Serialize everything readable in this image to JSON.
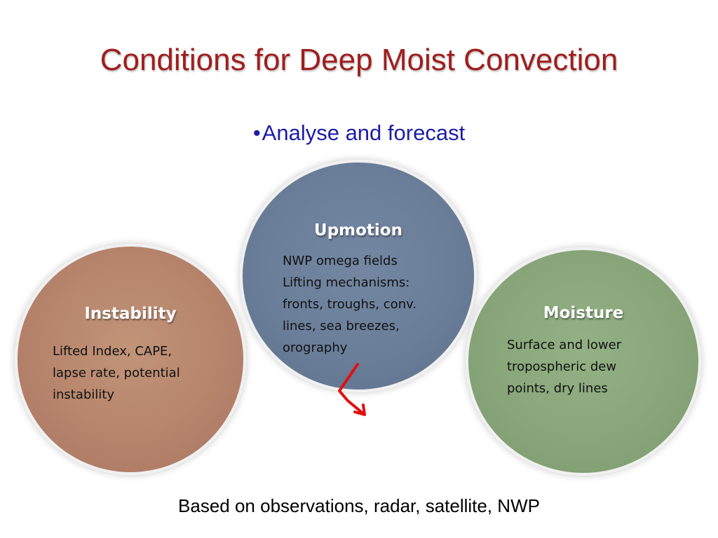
{
  "title": "Conditions for Deep Moist Convection",
  "subtitle": {
    "bullet": "•",
    "text": "Analyse and forecast"
  },
  "circles": [
    {
      "heading": "Instability",
      "lines": [
        "Lifted Index, CAPE,",
        "lapse rate, potential",
        "instability"
      ],
      "color": "#b6846b"
    },
    {
      "heading": "Upmotion",
      "lines": [
        "NWP omega fields",
        "Lifting mechanisms:",
        "fronts, troughs, conv.",
        "lines, sea breezes,",
        "orography"
      ],
      "color": "#6a7e99"
    },
    {
      "heading": "Moisture",
      "lines": [
        "Surface and lower",
        "tropospheric dew",
        "points, dry lines"
      ],
      "color": "#88a679"
    }
  ],
  "footer": "Based on observations, radar, satellite, NWP",
  "colors": {
    "title": "#a01e1e",
    "subtitle": "#1c1ca8",
    "arrow": "#e01010"
  }
}
